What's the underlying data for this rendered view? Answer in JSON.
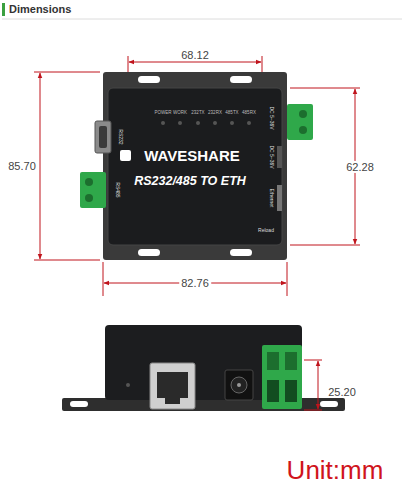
{
  "diagram": {
    "title": "Dimensions",
    "labels": [
      "68.12",
      "POWER",
      "WORK",
      "232TX",
      "232RX",
      "485TX",
      "485RX",
      "WAVESHARE",
      "RS232/485 TO ETH",
      "RS232",
      "RS485",
      "DC 5~36V",
      "DC 5~36V",
      "Ethernet",
      "Reload",
      "85.70",
      "62.28",
      "82.76",
      "25.20",
      "Unit:mm"
    ]
  }
}
